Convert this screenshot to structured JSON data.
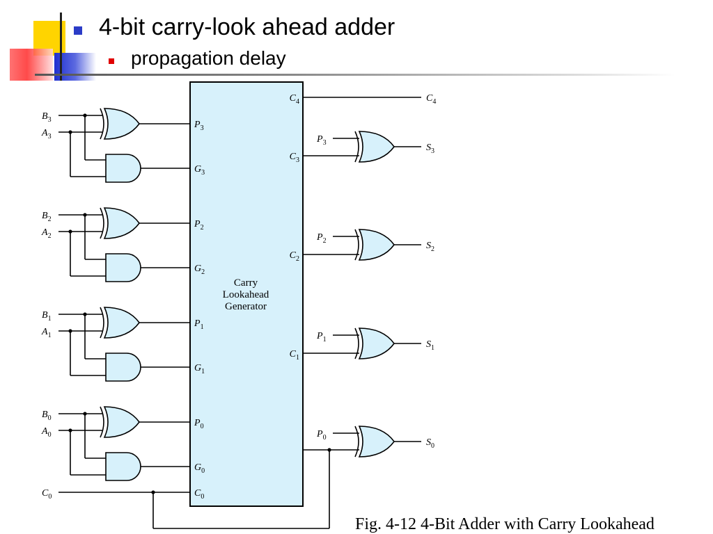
{
  "slide": {
    "title": "4-bit carry-look ahead adder",
    "subtitle": "propagation delay",
    "colors": {
      "accent_blue": "#2b3cc7",
      "accent_red": "#e00000",
      "accent_yellow": "#ffd400",
      "gate_fill": "#d7f1fb"
    }
  },
  "diagram": {
    "generator_label": [
      "Carry",
      "Lookahead",
      "Generator"
    ],
    "caption": "Fig. 4-12  4-Bit Adder with Carry Lookahead",
    "stages": [
      {
        "b": "B",
        "a": "A",
        "idx": "3",
        "p": "P",
        "g": "G"
      },
      {
        "b": "B",
        "a": "A",
        "idx": "2",
        "p": "P",
        "g": "G"
      },
      {
        "b": "B",
        "a": "A",
        "idx": "1",
        "p": "P",
        "g": "G"
      },
      {
        "b": "B",
        "a": "A",
        "idx": "0",
        "p": "P",
        "g": "G"
      }
    ],
    "carry_in": {
      "base": "C",
      "sub": "0"
    },
    "carries": [
      {
        "base": "C",
        "sub": "4"
      },
      {
        "base": "C",
        "sub": "3"
      },
      {
        "base": "C",
        "sub": "2"
      },
      {
        "base": "C",
        "sub": "1"
      },
      {
        "base": "C",
        "sub": "0"
      }
    ],
    "sums": [
      {
        "p": "P",
        "s": "S",
        "idx": "3"
      },
      {
        "p": "P",
        "s": "S",
        "idx": "2"
      },
      {
        "p": "P",
        "s": "S",
        "idx": "1"
      },
      {
        "p": "P",
        "s": "S",
        "idx": "0"
      }
    ],
    "output_carry": {
      "base": "C",
      "sub": "4"
    }
  }
}
